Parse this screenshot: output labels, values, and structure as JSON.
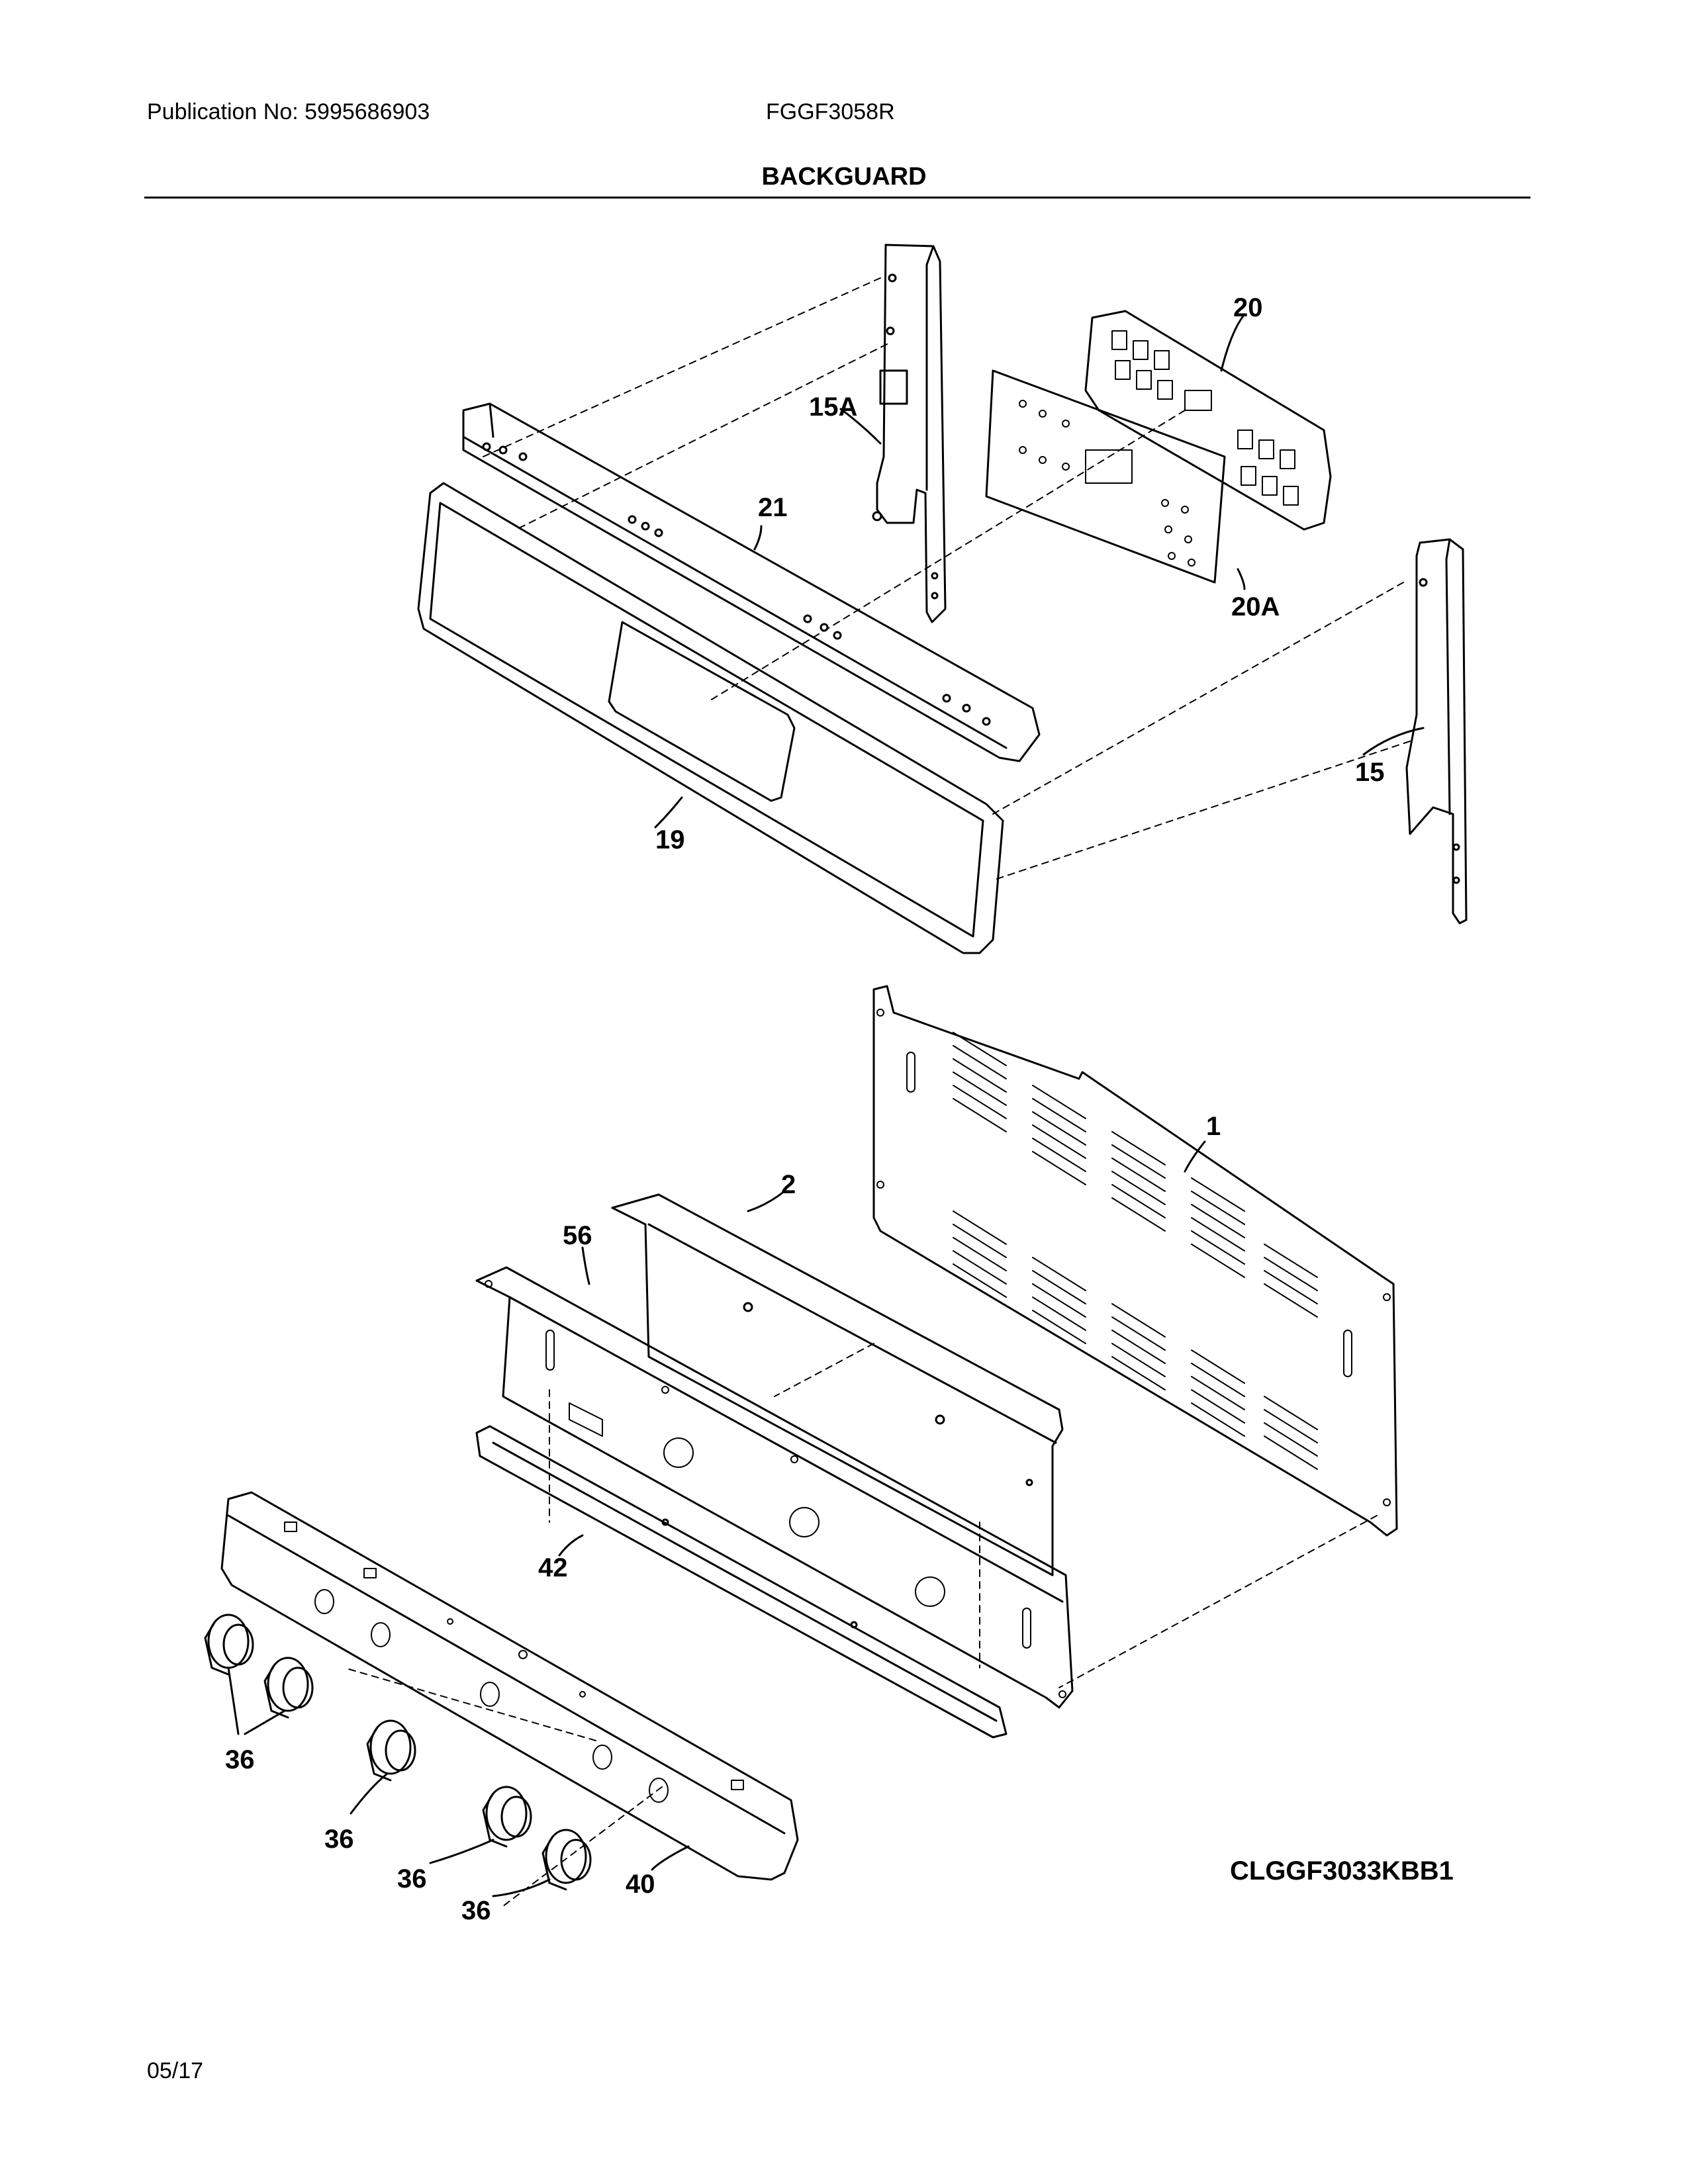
{
  "header": {
    "publication": "Publication No: 5995686903",
    "model": "FGGF3058R",
    "title": "BACKGUARD"
  },
  "callouts": {
    "c20": "20",
    "c15a": "15A",
    "c21": "21",
    "c20a": "20A",
    "c15": "15",
    "c19": "19",
    "c1": "1",
    "c2": "2",
    "c56": "56",
    "c42": "42",
    "c36a": "36",
    "c36b": "36",
    "c36c": "36",
    "c36d": "36",
    "c40": "40"
  },
  "footer": {
    "diagram_code": "CLGGF3033KBB1",
    "date": "05/17"
  }
}
